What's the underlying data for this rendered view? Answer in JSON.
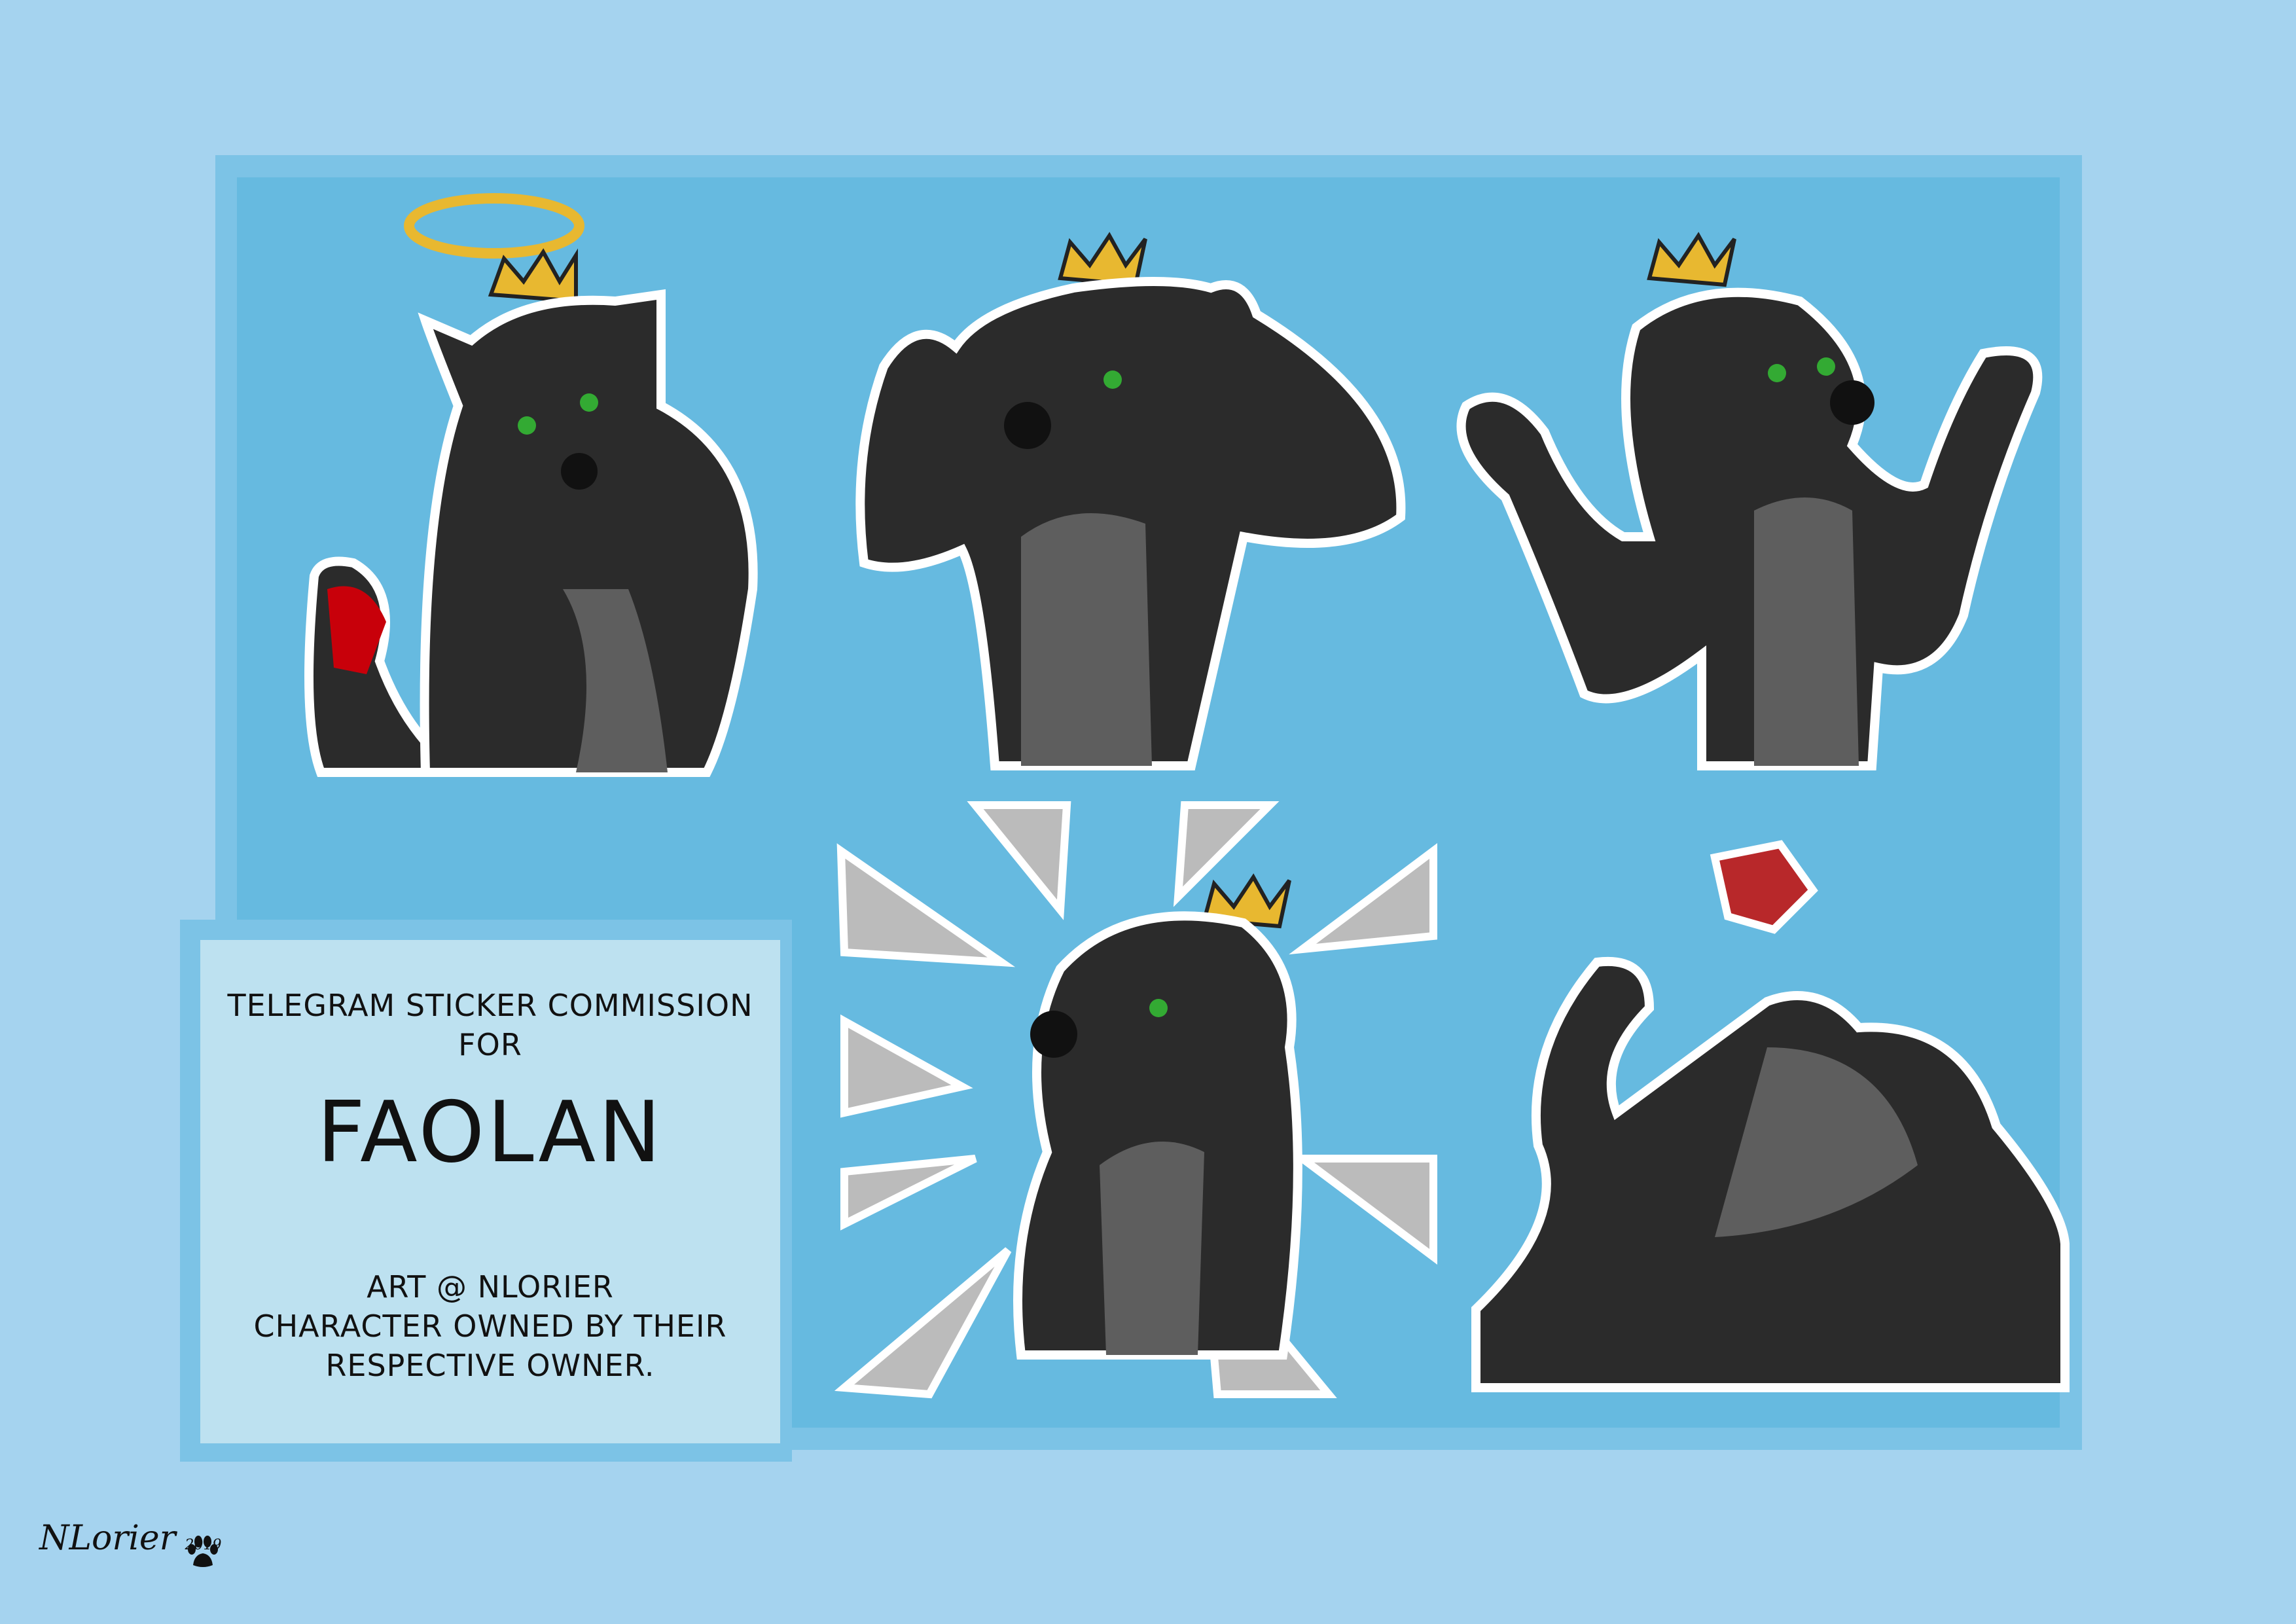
{
  "sheet": {
    "title_line1": "TELEGRAM STICKER COMMISSION",
    "title_line2": "FOR",
    "character_name": "FAOLAN",
    "credit_line1": "ART @ NLORIER",
    "credit_line2": "CHARACTER OWNED BY THEIR",
    "credit_line3": "RESPECTIVE OWNER."
  },
  "signature": {
    "name": "NLorier",
    "year": "2019",
    "icon": "paw-print-icon"
  },
  "colors": {
    "background": "#a5d3ef",
    "panel": "#66bae0",
    "panel_border": "#7cc3e6",
    "textbox": "#bde1f0",
    "fur": "#2b2b2b",
    "fur_light": "#5e5e5e",
    "crown": "#e8b830",
    "accent_red": "#c8000a"
  }
}
